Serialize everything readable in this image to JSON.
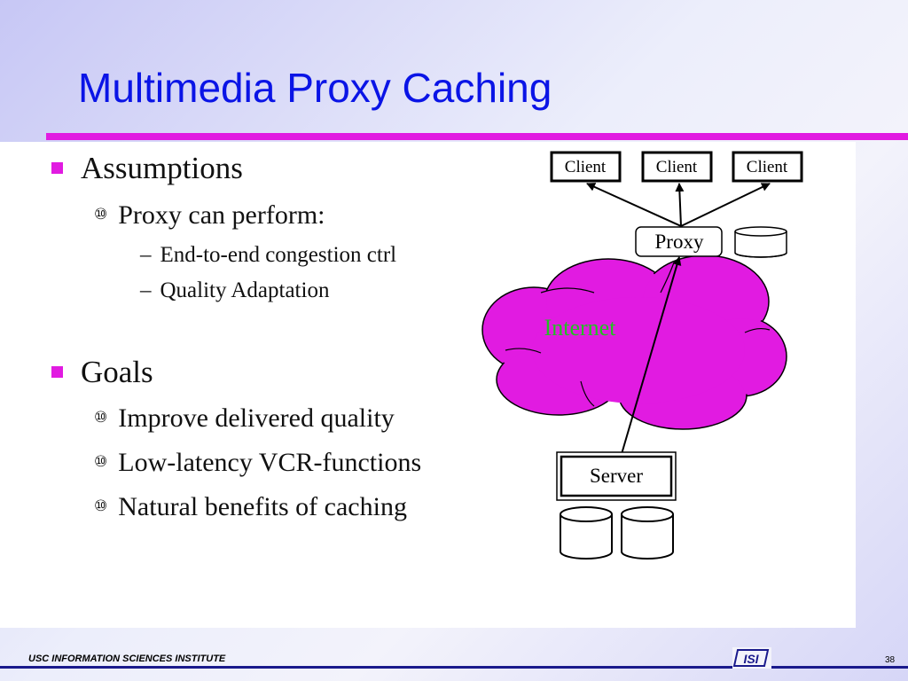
{
  "slide": {
    "title": "Multimedia Proxy Caching",
    "bullets": {
      "assumptions": "Assumptions",
      "proxy_can_perform": "Proxy can perform:",
      "end_to_end": "End-to-end congestion ctrl",
      "quality_adaptation": "Quality Adaptation",
      "goals": "Goals",
      "improve_quality": "Improve delivered quality",
      "low_latency": "Low-latency VCR-functions",
      "natural_benefits": "Natural benefits of caching"
    },
    "symbols": {
      "sub_bullet": "⑩",
      "dash": "–"
    },
    "diagram": {
      "client_1": "Client",
      "client_2": "Client",
      "client_3": "Client",
      "proxy": "Proxy",
      "internet": "Internet",
      "server": "Server"
    },
    "footer": {
      "institute": "USC INFORMATION SCIENCES INSTITUTE",
      "page": "38",
      "logo": "ISI"
    },
    "colors": {
      "title": "#0a14e6",
      "accent": "#e11be1",
      "cloud": "#e11be1",
      "internet_text": "#22c022"
    }
  }
}
